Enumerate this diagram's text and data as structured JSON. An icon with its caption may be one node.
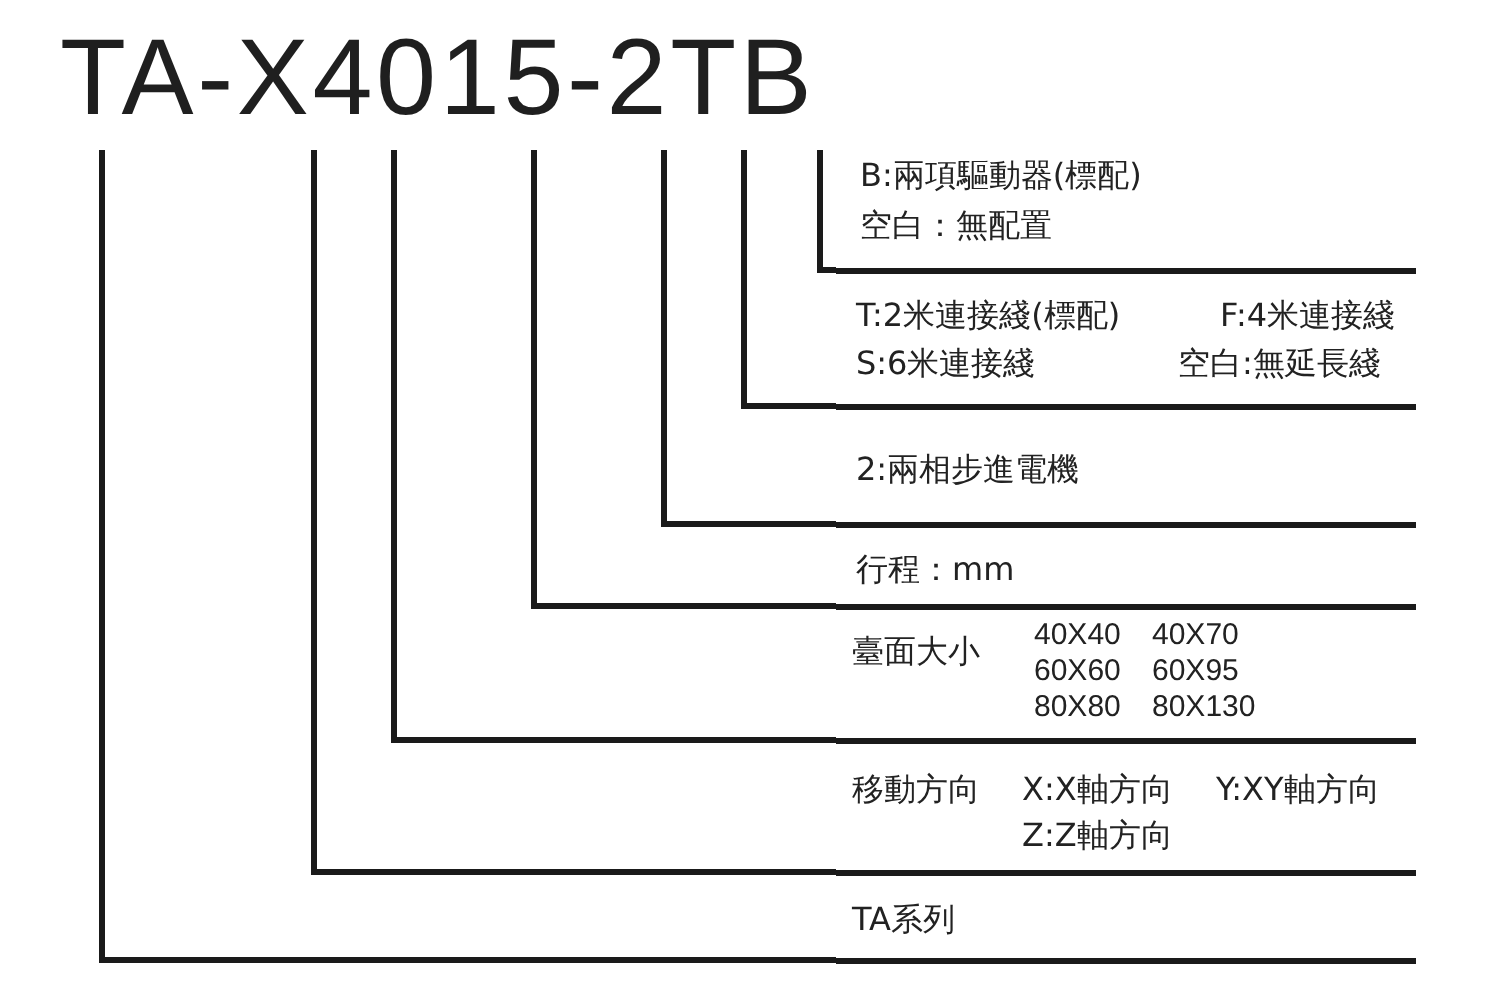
{
  "diagram": {
    "title": "TA-X4015-2TB",
    "nodes": [
      {
        "text": [
          "B:兩項驅動器(標配)",
          "空白：無配置"
        ]
      },
      {
        "text": [
          "T:2米連接綫(標配)",
          "F:4米連接綫",
          "S:6米連接綫",
          "空白:無延長綫"
        ]
      },
      {
        "text": [
          "2:兩相步進電機"
        ]
      },
      {
        "text": [
          "行程：mm"
        ]
      },
      {
        "text": [
          "臺面大小",
          "40X40",
          "40X70",
          "60X60",
          "60X95",
          "80X80",
          "80X130"
        ]
      },
      {
        "text": [
          "移動方向",
          "X:X軸方向",
          "Y:XY軸方向",
          "Z:Z軸方向"
        ]
      },
      {
        "text": [
          "TA系列"
        ]
      }
    ],
    "edges": [
      {
        "from": 0,
        "to": null,
        "arrow": "none"
      },
      {
        "from": 1,
        "to": null,
        "arrow": "none"
      },
      {
        "from": 2,
        "to": null,
        "arrow": "none"
      },
      {
        "from": 3,
        "to": null,
        "arrow": "none"
      },
      {
        "from": 4,
        "to": null,
        "arrow": "none"
      },
      {
        "from": 5,
        "to": null,
        "arrow": "none"
      },
      {
        "from": 6,
        "to": null,
        "arrow": "none"
      }
    ]
  }
}
